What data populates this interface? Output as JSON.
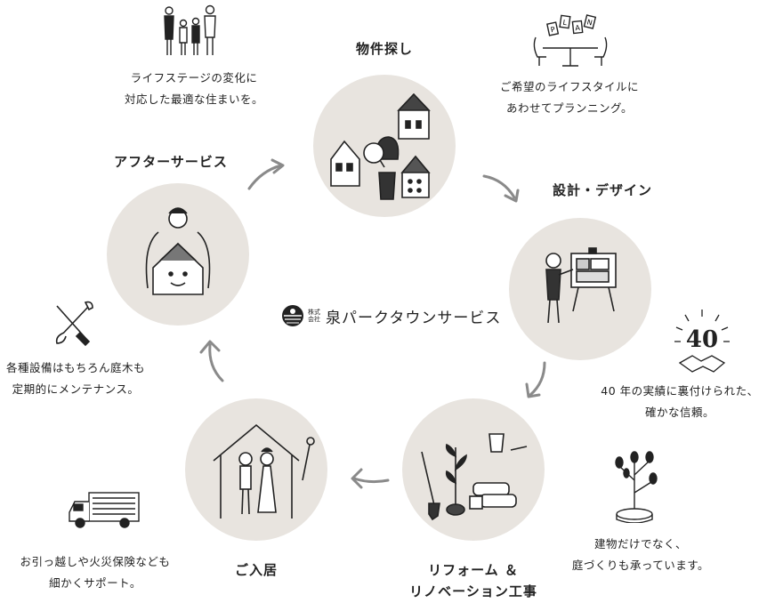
{
  "brand": {
    "prefix_line1": "株式",
    "prefix_line2": "会社",
    "name": "泉パークタウンサービス"
  },
  "steps": {
    "search": {
      "title": "物件探し"
    },
    "design": {
      "title": "設計・デザイン"
    },
    "reform": {
      "title_line1": "リフォーム ＆",
      "title_line2": "リノベーション工事"
    },
    "move_in": {
      "title": "ご入居"
    },
    "after": {
      "title": "アフターサービス"
    }
  },
  "notes": {
    "family": {
      "line1": "ライフステージの変化に",
      "line2": "対応した最適な住まいを。"
    },
    "plan": {
      "line1": "ご希望のライフスタイルに",
      "line2": "あわせてプランニング。"
    },
    "years": {
      "line1": "40 年の実績に裏付けられた、",
      "line2": "確かな信頼。"
    },
    "garden": {
      "line1": "建物だけでなく、",
      "line2": "庭づくりも承っています。"
    },
    "moving": {
      "line1": "お引っ越しや火災保険なども",
      "line2": "細かくサポート。"
    },
    "maintenance": {
      "line1": "各種設備はもちろん庭木も",
      "line2": "定期的にメンテナンス。"
    }
  },
  "badge": {
    "number": "40"
  },
  "plan_letters": [
    "P",
    "L",
    "A",
    "N"
  ],
  "colors": {
    "circle": "#e8e4df",
    "ink": "#222222",
    "arrow": "#8a8a8a"
  }
}
